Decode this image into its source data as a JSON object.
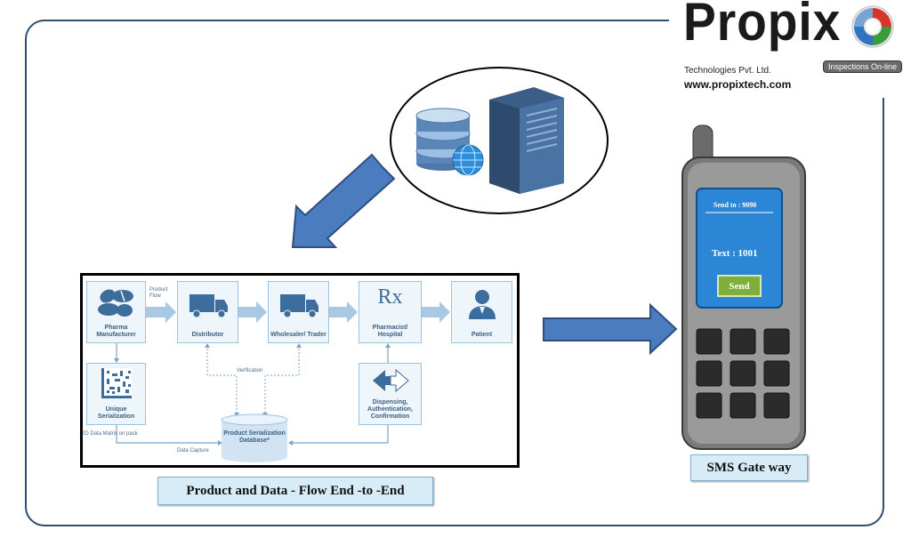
{
  "logo": {
    "brand": "Propix",
    "subtitle": "Technologies Pvt. Ltd.",
    "badge": "Inspections On-line",
    "url": "www.propixtech.com"
  },
  "flow": {
    "product_flow_label": "Product Flow",
    "nodes": {
      "manufacturer": "Pharma Manufacturer",
      "distributor": "Distributor",
      "wholesaler": "Wholesaler/ Trader",
      "pharmacist": "Pharmacist/ Hospital",
      "patient": "Patient",
      "serialization": "Unique Serialization",
      "dispensing": "Dispensing, Authentication, Confirmation",
      "database": "Product Serialization Database*"
    },
    "rx_symbol": "Rx",
    "verification_label": "Verification",
    "datamatrix_label": "2D Data Matrix on pack",
    "data_capture_label": "Data Capture"
  },
  "caption": "Product and Data  - Flow End -to -End",
  "phone": {
    "send_to": "Send to :  9090",
    "text": "Text :  1001",
    "send_button": "Send"
  },
  "sms_label": "SMS Gate way",
  "colors": {
    "arrow_blue": "#4a7cbf",
    "arrow_border": "#2c4f80",
    "frame": "#2f4d6e",
    "caption_bg": "#d8ecf7",
    "screen_blue": "#2b86d6",
    "button_green": "#7fae3a"
  }
}
